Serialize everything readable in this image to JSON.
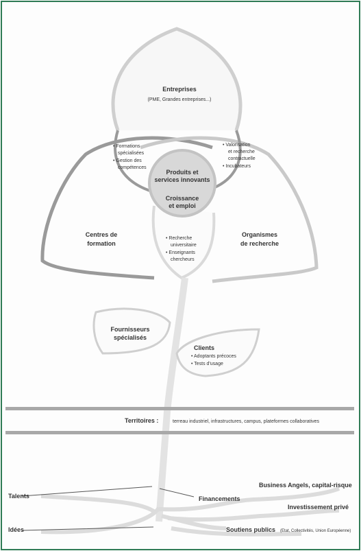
{
  "colors": {
    "frame_border": "#2f7b55",
    "petal_light": "#cfcfcf",
    "petal_dark": "#9a9a9a",
    "center_fill": "#d8d8d8",
    "ground_band": "#a8a8a8",
    "text": "#333333"
  },
  "petals": {
    "top": {
      "title": "Entreprises",
      "subtitle": "(PME, Grandes entreprises...)"
    },
    "left": {
      "line1": "Centres de",
      "line2": "formation"
    },
    "right": {
      "line1": "Organismes",
      "line2": "de recherche"
    }
  },
  "overlaps": {
    "left_top": [
      "• Formations",
      "spécialisées",
      "• Gestion des",
      "compétences"
    ],
    "right_top": [
      "• Valorisation",
      "et recherche",
      "contractuelle",
      "• Incubateurs"
    ],
    "bottom": [
      "• Recherche",
      "universitaire",
      "• Enseignants",
      "chercheurs"
    ]
  },
  "center": {
    "line1": "Produits et",
    "line2": "services innovants",
    "line3": "Croissance",
    "line4": "et emploi"
  },
  "leaves": {
    "left": {
      "line1": "Fournisseurs",
      "line2": "spécialisés"
    },
    "right": {
      "title": "Clients",
      "items": [
        "• Adoptants précoces",
        "• Tests d'usage"
      ]
    }
  },
  "ground": {
    "label": "Territoires :",
    "description": "terreau industriel, infrastructures, campus, plateformes collaboratives"
  },
  "roots": {
    "talents": "Talents",
    "idees": "Idées",
    "financements": "Financements",
    "business_angels": "Business Angels, capital-risque",
    "investissement_prive": "Investissement privé",
    "soutiens_publics": "Soutiens publics",
    "soutiens_detail": "(Etat, Collectivités, Union Européenne)"
  }
}
